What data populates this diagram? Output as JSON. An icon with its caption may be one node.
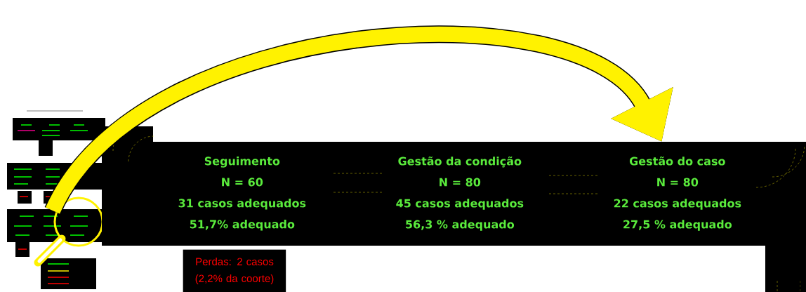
{
  "diagram": {
    "nodes": [
      {
        "text": [],
        "shape": "picture"
      },
      {
        "text": [],
        "shape": "bar"
      },
      {
        "text": [
          "Seguimento",
          "N = 60",
          "31 casos adequados",
          "51,7% adequado"
        ],
        "in": 1
      },
      {
        "text": [
          "Gestão da condição",
          "N = 80",
          "45 casos adequados",
          "56,3 % adequado"
        ],
        "in": 1
      },
      {
        "text": [
          "Gestão do caso",
          "N = 80",
          "22 casos adequados",
          "27,5 % adequado"
        ],
        "in": 1
      },
      {
        "text": [
          "Perdas: 2 casos (2,2% da coorte)"
        ]
      }
    ],
    "edges": [
      {
        "from": 0,
        "to": 1,
        "arrow": "to"
      }
    ]
  }
}
